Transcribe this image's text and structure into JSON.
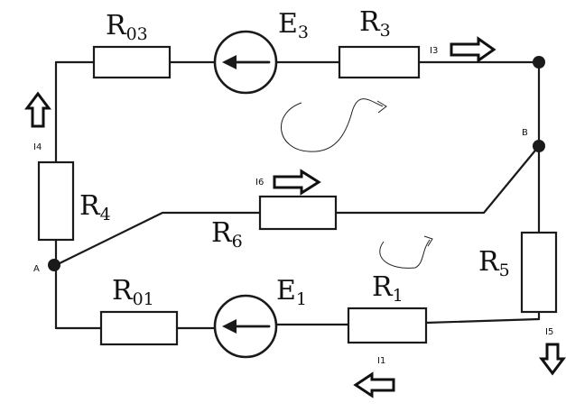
{
  "resistors": {
    "r03": {
      "main": "R",
      "sub": "03"
    },
    "r3": {
      "main": "R",
      "sub": "3"
    },
    "r4": {
      "main": "R",
      "sub": "4"
    },
    "r6": {
      "main": "R",
      "sub": "6"
    },
    "r5": {
      "main": "R",
      "sub": "5"
    },
    "r01": {
      "main": "R",
      "sub": "01"
    },
    "r1": {
      "main": "R",
      "sub": "1"
    }
  },
  "sources": {
    "e3": {
      "main": "E",
      "sub": "3"
    },
    "e1": {
      "main": "E",
      "sub": "1"
    }
  },
  "nodes": {
    "a": "A",
    "b": "B"
  },
  "currents": {
    "i1": "I1",
    "i3": "I3",
    "i4": "I4",
    "i5": "I5",
    "i6": "I6"
  }
}
